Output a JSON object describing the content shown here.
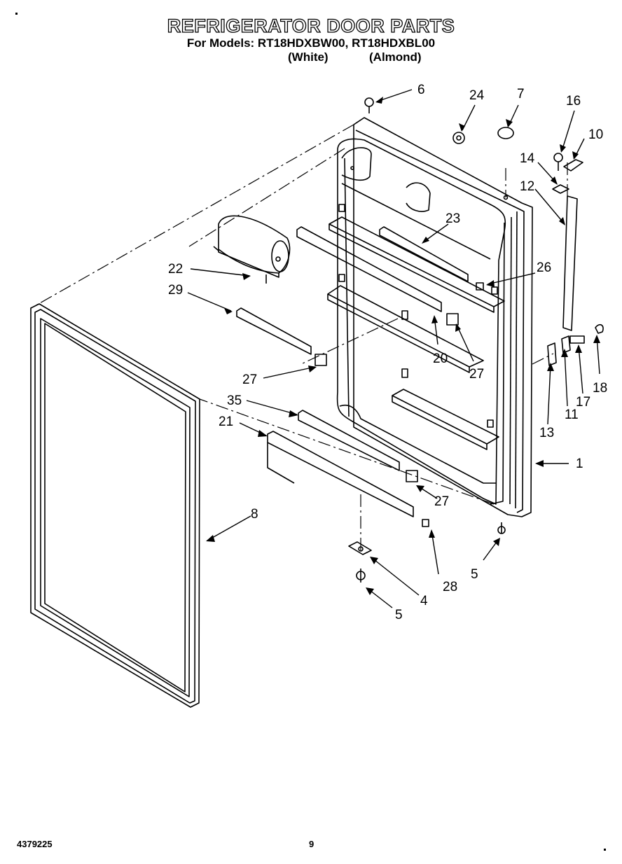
{
  "title": "REFRIGERATOR DOOR PARTS",
  "models_line": "For Models: RT18HDXBW00, RT18HDXBL00",
  "variant_white": "(White)",
  "variant_almond": "(Almond)",
  "doc_number": "4379225",
  "page_number": "9",
  "callouts": [
    "6",
    "24",
    "7",
    "16",
    "10",
    "14",
    "12",
    "23",
    "26",
    "22",
    "29",
    "20",
    "27",
    "27",
    "27",
    "35",
    "21",
    "13",
    "11",
    "17",
    "18",
    "1",
    "8",
    "5",
    "5",
    "4",
    "28"
  ]
}
